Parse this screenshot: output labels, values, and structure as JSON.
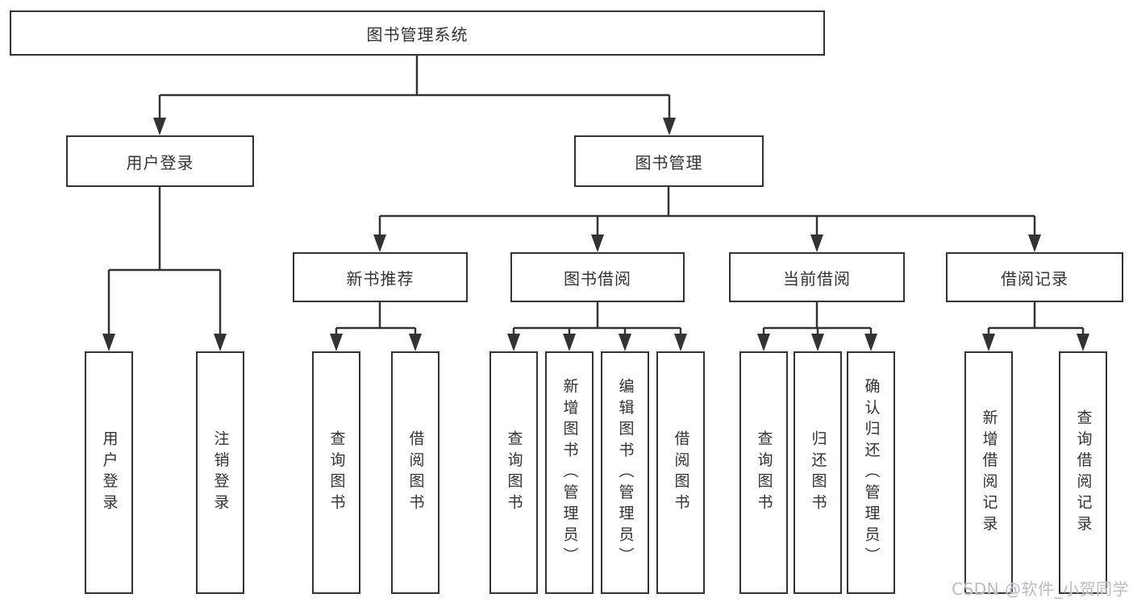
{
  "watermark": "CSDN @软件_小贺同学",
  "colors": {
    "line": "#333333",
    "box_border": "#333333",
    "text": "#333333",
    "watermark": "#b9bdc3",
    "background": "#ffffff"
  },
  "tree": {
    "label": "图书管理系统",
    "children": [
      {
        "label": "用户登录",
        "children": [
          {
            "label": "用户登录"
          },
          {
            "label": "注销登录"
          }
        ]
      },
      {
        "label": "图书管理",
        "children": [
          {
            "label": "新书推荐",
            "children": [
              {
                "label": "查询图书"
              },
              {
                "label": "借阅图书"
              }
            ]
          },
          {
            "label": "图书借阅",
            "children": [
              {
                "label": "查询图书"
              },
              {
                "label": "新增图书（管理员）"
              },
              {
                "label": "编辑图书（管理员）"
              },
              {
                "label": "借阅图书"
              }
            ]
          },
          {
            "label": "当前借阅",
            "children": [
              {
                "label": "查询图书"
              },
              {
                "label": "归还图书"
              },
              {
                "label": "确认归还（管理员）"
              }
            ]
          },
          {
            "label": "借阅记录",
            "children": [
              {
                "label": "新增借阅记录"
              },
              {
                "label": "查询借阅记录"
              }
            ]
          }
        ]
      }
    ]
  }
}
